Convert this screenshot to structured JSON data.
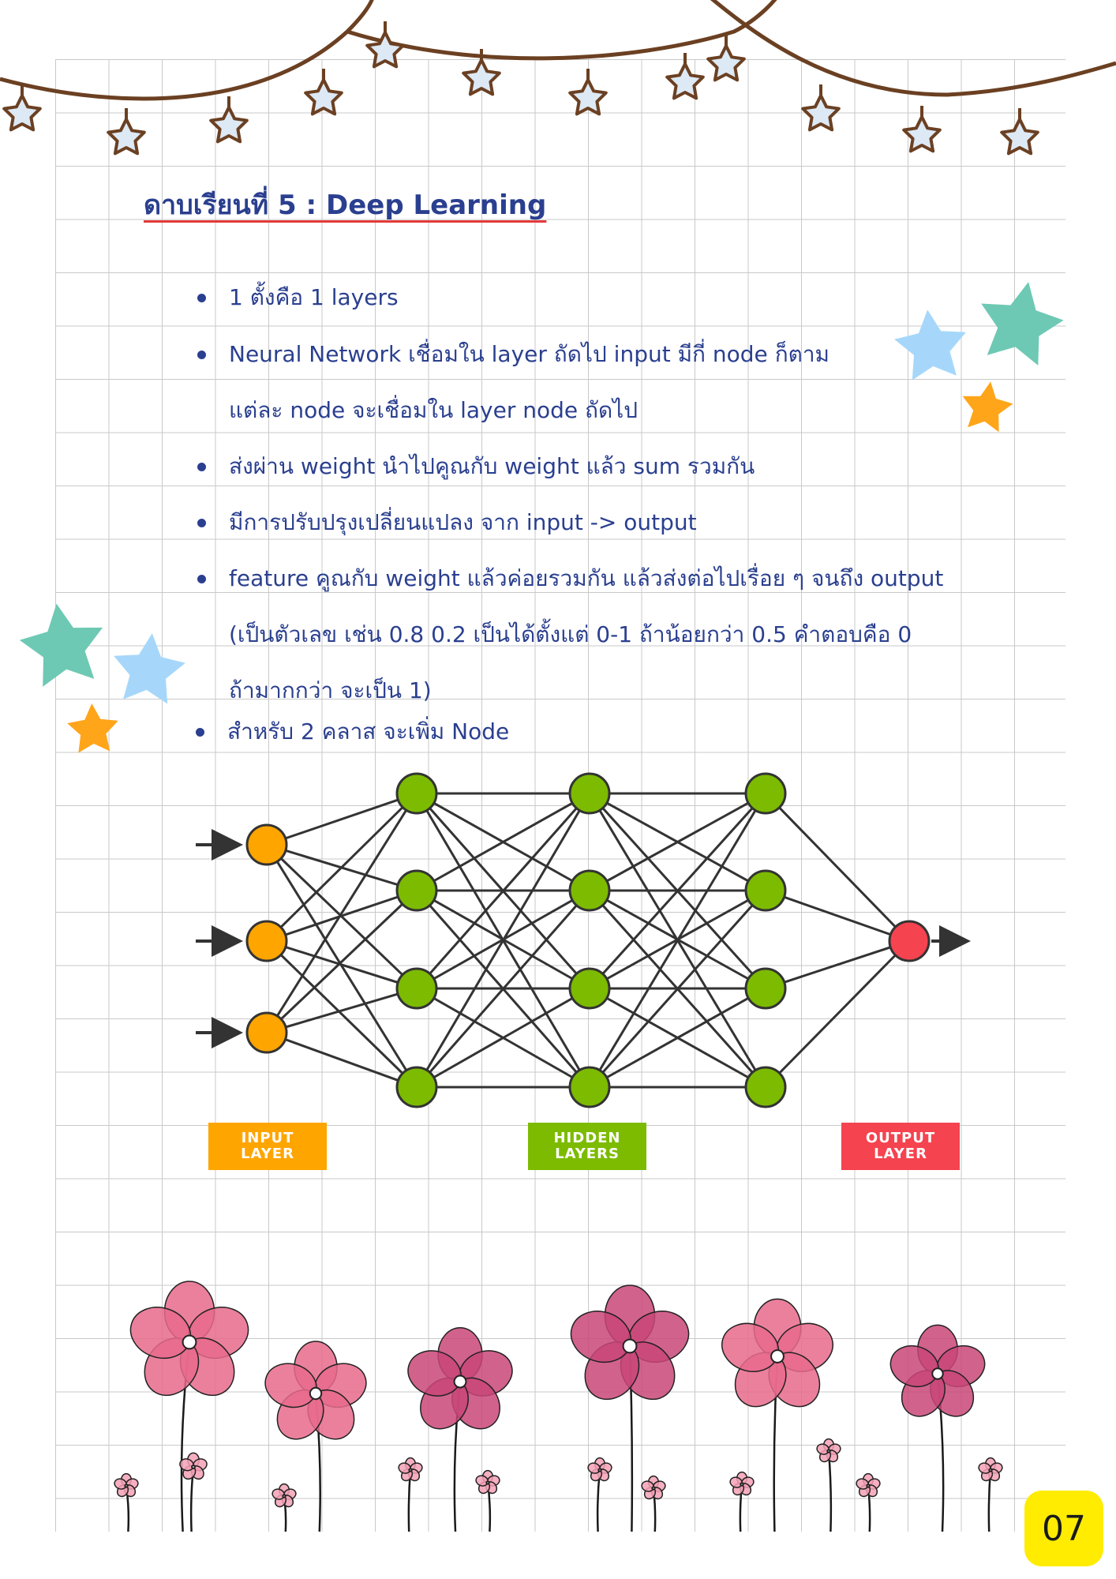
{
  "title": "ดาบเรียนที่ 5 : Deep Learning",
  "bullets": [
    {
      "lines": [
        "1 ตั้งคือ 1 layers"
      ]
    },
    {
      "lines": [
        "Neural Network เชื่อมใน layer ถัดไป input มีกี่ node ก็ตาม",
        "แต่ละ node จะเชื่อมใน layer node ถัดไป"
      ]
    },
    {
      "lines": [
        "ส่งผ่าน weight นำไปคูณกับ weight แล้ว sum รวมกัน"
      ]
    },
    {
      "lines": [
        "มีการปรับปรุงเปลี่ยนแปลง จาก input -> output"
      ]
    },
    {
      "lines": [
        "feature คูณกับ weight แล้วค่อยรวมกัน แล้วส่งต่อไปเรื่อย ๆ จนถึง output",
        "(เป็นตัวเลข เช่น 0.8 0.2 เป็นได้ตั้งแต่ 0-1 ถ้าน้อยกว่า 0.5 คำตอบคือ 0",
        "ถ้ามากกว่า จะเป็น 1)"
      ]
    },
    {
      "lines": [
        "สำหรับ 2 คลาส จะเพิ่ม Node"
      ]
    }
  ],
  "diagram": {
    "input_label": [
      "INPUT",
      "LAYER"
    ],
    "hidden_label": [
      "HIDDEN",
      "LAYERS"
    ],
    "output_label": [
      "OUTPUT",
      "LAYER"
    ],
    "colors": {
      "input": "#ffa500",
      "hidden": "#7cbb00",
      "output": "#f5434f",
      "edge": "#333333"
    },
    "input_nodes": 3,
    "hidden_layers": [
      4,
      4,
      4
    ],
    "output_nodes": 1
  },
  "page_number": "07",
  "decor": {
    "garland_star_color": "#dde9f5",
    "string_color": "#6b4022",
    "star_colors": [
      "#6ec9b4",
      "#a6d7fa",
      "#ffa51a"
    ],
    "flower_colors": [
      "#e86a8c",
      "#c94778",
      "#f4a1b6"
    ]
  }
}
